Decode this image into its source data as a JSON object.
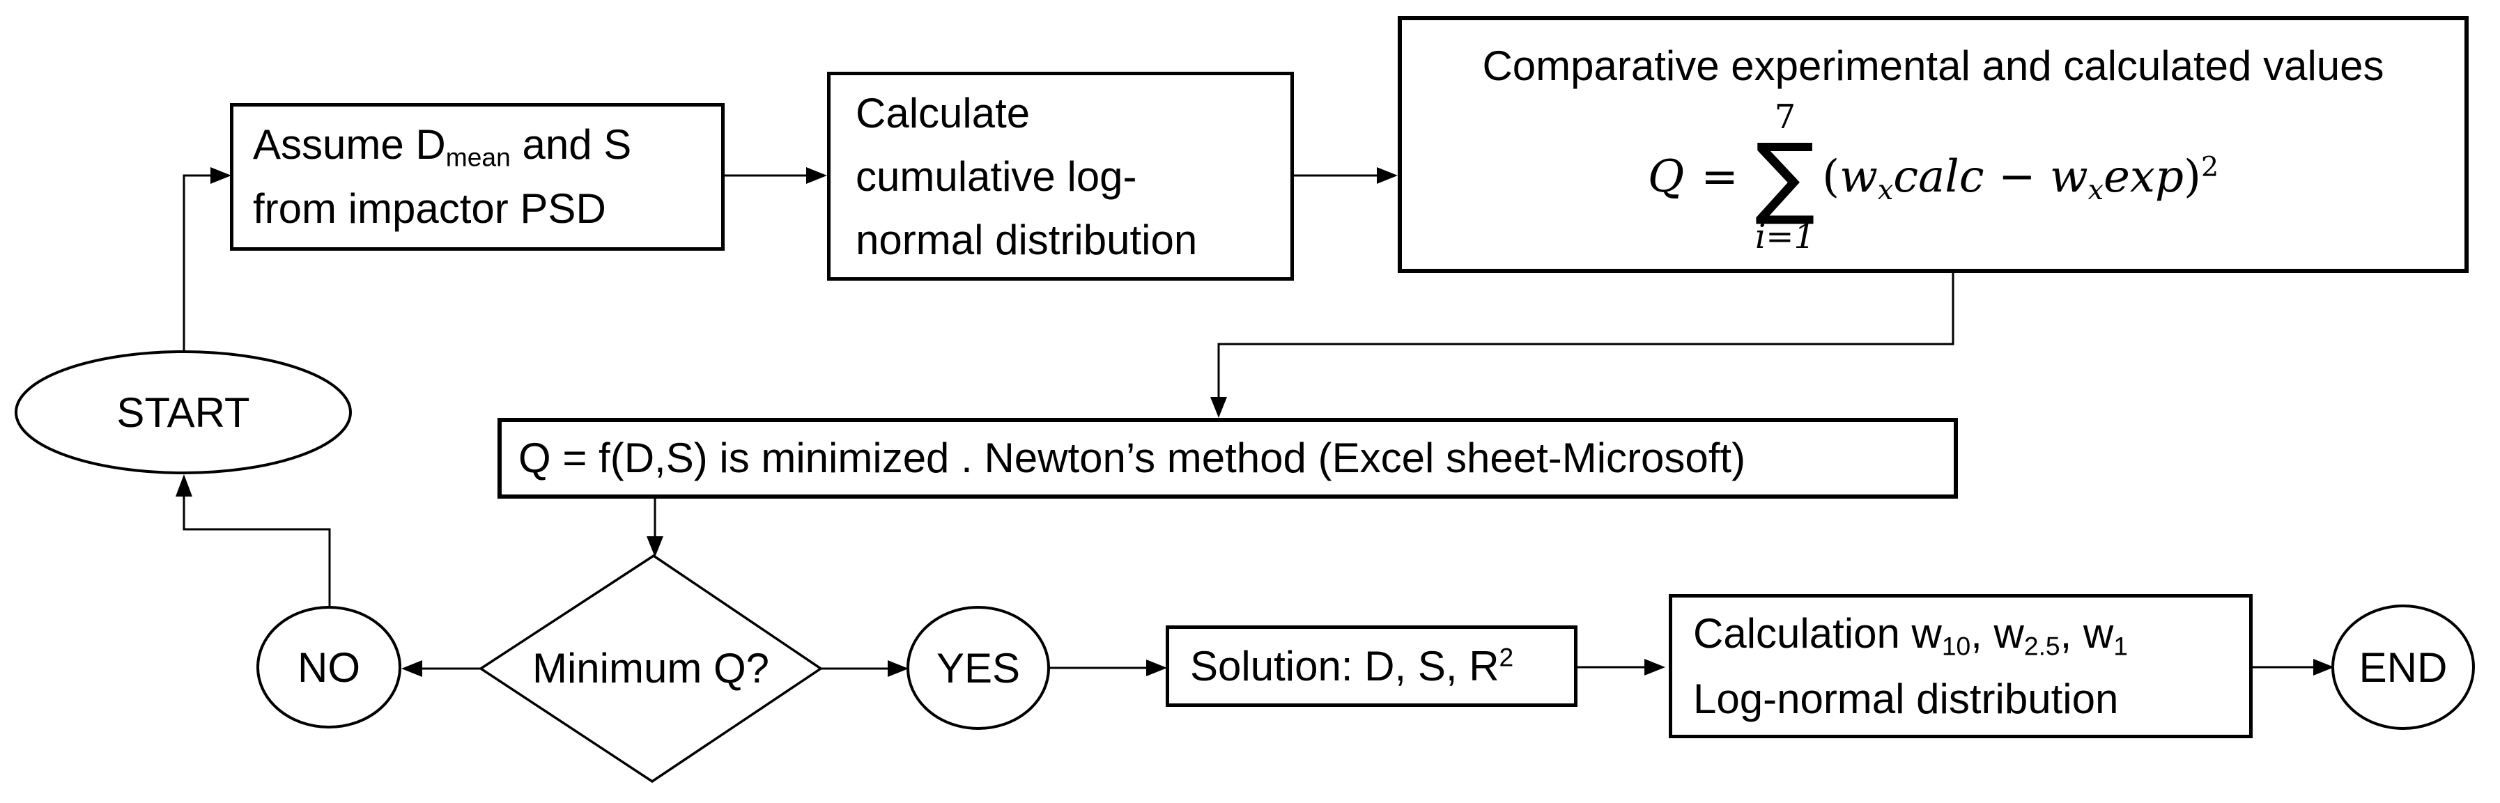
{
  "colors": {
    "ink": "#000000",
    "paper": "#ffffff"
  },
  "flowchart": {
    "start": {
      "label": "START"
    },
    "assume": {
      "line1_pre": "Assume D",
      "line1_sub": "mean",
      "line1_post": " and S",
      "line2": "from impactor PSD"
    },
    "calculate": {
      "line1": "Calculate",
      "line2": "cumulative log-",
      "line3": "normal distribution"
    },
    "comparative": {
      "title": "Comparative experimental and calculated values",
      "formula": {
        "lhs": "Q",
        "equals": "=",
        "sum_upper": "7",
        "sigma": "∑",
        "sum_lower": "i=1",
        "open_paren": "(",
        "w1": "w",
        "sub1": "x",
        "term1": "calc",
        "minus": " − ",
        "w2": "w",
        "sub2": "x",
        "term2": "exp",
        "close_paren": ")",
        "power": "2"
      }
    },
    "minimize": {
      "label": "Q = f(D,S) is minimized . Newton’s method (Excel sheet-Microsoft)"
    },
    "decision": {
      "label": "Minimum Q?"
    },
    "no": {
      "label": "NO"
    },
    "yes": {
      "label": "YES"
    },
    "solution": {
      "text_pre": "Solution: D, S, R",
      "sup": "2"
    },
    "calculation": {
      "line1_a": "Calculation w",
      "sub1": "10",
      "line1_b": ", w",
      "sub2": "2.5",
      "line1_c": ", w",
      "sub3": "1",
      "line2": "Log-normal distribution"
    },
    "end": {
      "label": "END"
    }
  }
}
